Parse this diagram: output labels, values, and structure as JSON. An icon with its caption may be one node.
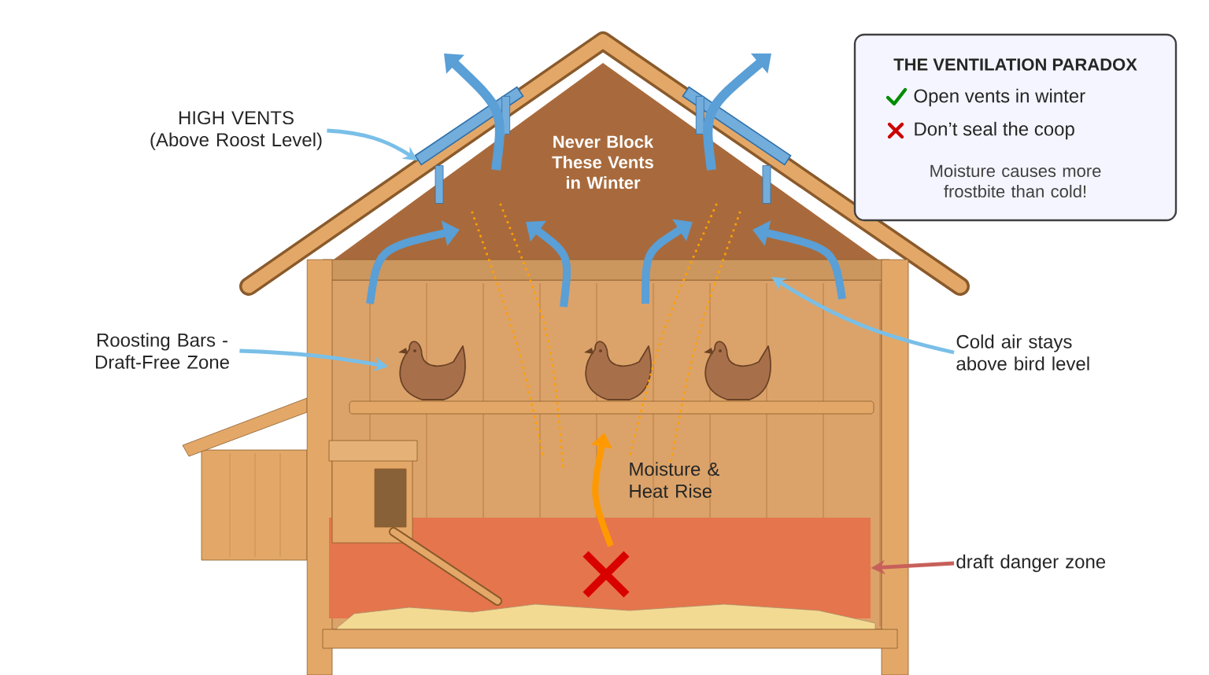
{
  "diagram": {
    "nodes": [
      {
        "text": [
          "HIGH VENTS (Above Roost Level)"
        ]
      },
      {
        "text": [],
        "shape": "box"
      },
      {
        "text": [],
        "shape": "box"
      },
      {
        "text": [
          "Roosting Bars - Draft-Free Zone"
        ]
      },
      {
        "text": [],
        "shape": "picture"
      },
      {
        "text": [],
        "shape": "picture"
      },
      {
        "text": [],
        "shape": "picture"
      },
      {
        "text": [
          "Cold air stays above bird level"
        ]
      },
      {
        "text": [
          "draft danger zone"
        ]
      },
      {
        "text": [],
        "shape": "box"
      },
      {
        "text": [
          "THE VENTILATION PARADOX",
          "Open vents in winter",
          "Don’t seal the coop",
          "Moisture causes more frostbite than cold!"
        ]
      }
    ],
    "edges": [
      {
        "from": 0,
        "to": 1,
        "arrow": "to"
      },
      {
        "from": 3,
        "to": 4,
        "arrow": "to"
      },
      {
        "from": 7,
        "to": null,
        "arrow": "to"
      },
      {
        "from": 8,
        "to": 9,
        "arrow": "to",
        "color": "#c8605a"
      }
    ],
    "labels": [
      "Never Block These Vents in Winter",
      "Moisture & Heat Rise"
    ]
  }
}
